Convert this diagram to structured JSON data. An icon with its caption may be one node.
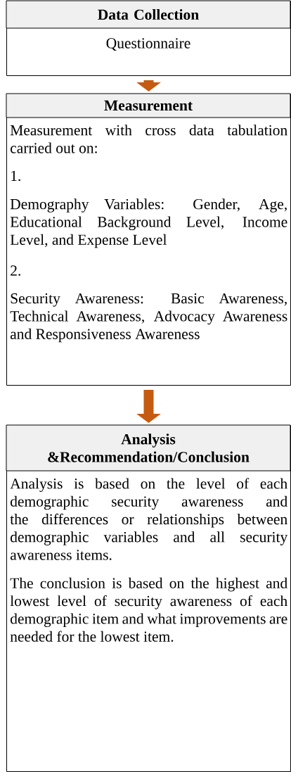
{
  "diagram": {
    "nodes": [
      {
        "text": [
          "Data Collection",
          "Questionnaire"
        ]
      },
      {
        "text": [
          "Measurement",
          "Measurement with cross data tabulation carried out on:",
          "1.",
          "Demography Variables: Gender, Age, Educational Background Level, Income Level, and Expense Level",
          "2.",
          "Security Awareness: Basic Awareness, Technical Awareness, Advocacy Awareness and Responsiveness Awareness"
        ]
      },
      {
        "text": [
          "Analysis &Recommendation/Conclusion",
          "Analysis is based on the level of each demographic security awareness and the differences or relationships between demographic variables and all security awareness items.",
          "The conclusion is based on the highest and lowest level of security awareness of each demographic item and what improvements are needed for the lowest item."
        ]
      }
    ],
    "edges": [
      {
        "from": 0,
        "to": 1,
        "arrow": "to"
      },
      {
        "from": 1,
        "to": 2,
        "arrow": "to"
      }
    ]
  }
}
